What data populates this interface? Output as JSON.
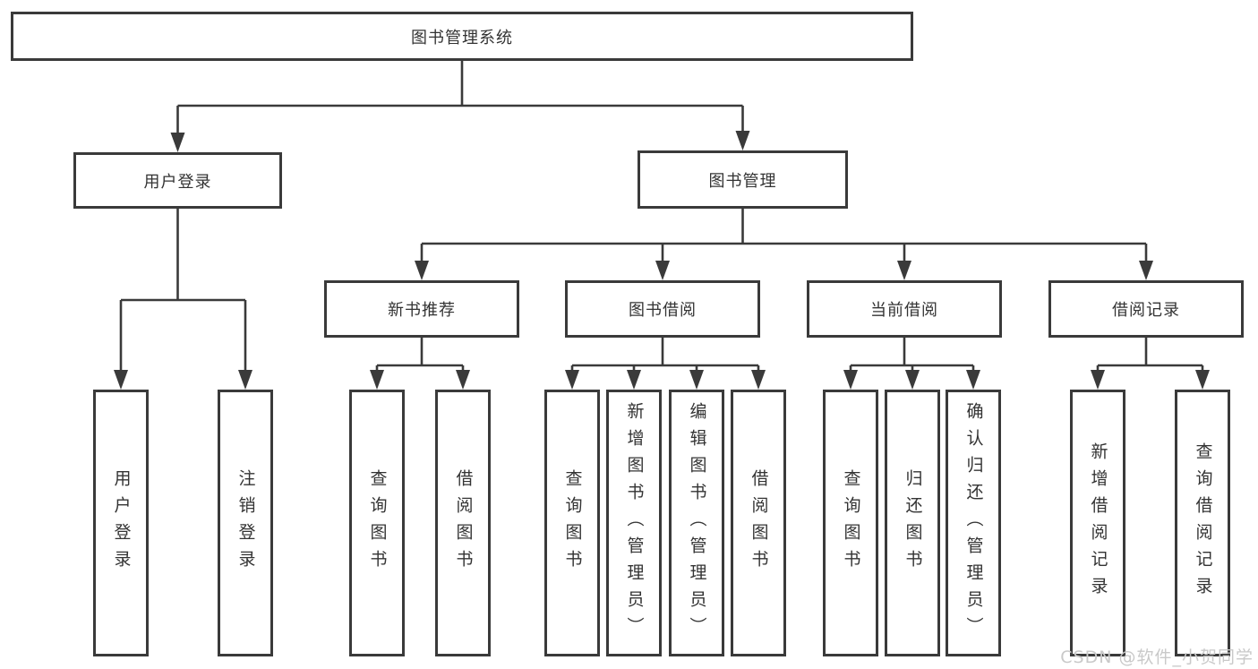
{
  "tree": {
    "label": "图书管理系统",
    "children": [
      {
        "label": "用户登录",
        "children": [
          {
            "label": "用户登录"
          },
          {
            "label": "注销登录"
          }
        ]
      },
      {
        "label": "图书管理",
        "children": [
          {
            "label": "新书推荐",
            "children": [
              {
                "label": "查询图书"
              },
              {
                "label": "借阅图书"
              }
            ]
          },
          {
            "label": "图书借阅",
            "children": [
              {
                "label": "查询图书"
              },
              {
                "label": "新增图书（管理员）"
              },
              {
                "label": "编辑图书（管理员）"
              },
              {
                "label": "借阅图书"
              }
            ]
          },
          {
            "label": "当前借阅",
            "children": [
              {
                "label": "查询图书"
              },
              {
                "label": "归还图书"
              },
              {
                "label": "确认归还（管理员）"
              }
            ]
          },
          {
            "label": "借阅记录",
            "children": [
              {
                "label": "新增借阅记录"
              },
              {
                "label": "查询借阅记录"
              }
            ]
          }
        ]
      }
    ]
  },
  "watermark": {
    "text": "CSDN @软件_小贺同学"
  },
  "colors": {
    "line": "#3a3a3a",
    "box_border": "#3a3a3a",
    "box_background": "#ffffff",
    "text": "#333333",
    "watermark": "#c9c9c9",
    "background": "#ffffff"
  }
}
